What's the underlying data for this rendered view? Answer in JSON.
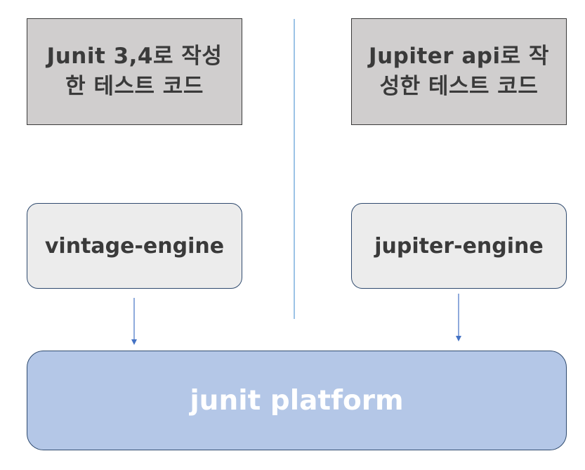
{
  "nodes": {
    "junit34_code": "Junit 3,4로 작성\n한 테스트 코드",
    "jupiter_code": "Jupiter api로 작\n성한 테스트 코드",
    "vintage_engine": "vintage-engine",
    "jupiter_engine": "jupiter-engine",
    "platform": "junit platform"
  },
  "colors": {
    "code_box_fill": "#d0cece",
    "engine_box_fill": "#ececec",
    "platform_fill": "#b4c7e7",
    "connector": "#4472c4",
    "divider": "#5b9bd5"
  }
}
